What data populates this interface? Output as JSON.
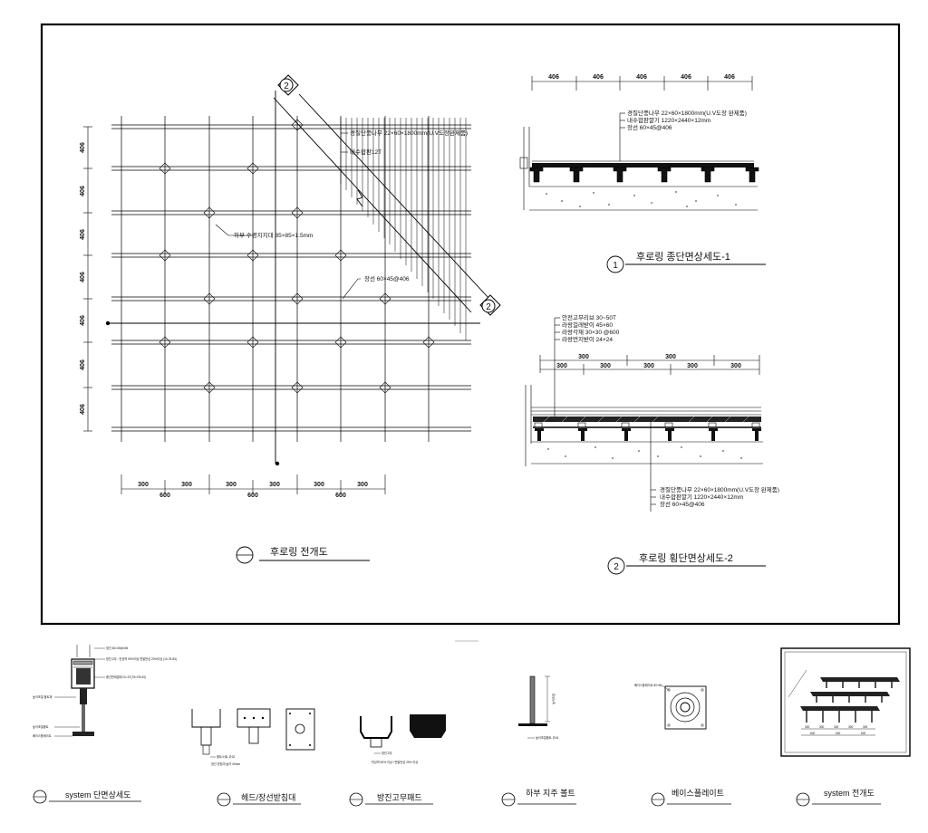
{
  "plan": {
    "title": "후로링 전개도",
    "callout_top": "2",
    "callout_right": "2",
    "notes": [
      "경질단풍나무 22×60×1800mm(U.V도장완제품)",
      "내수합판12T",
      "하부 수평지지대 85×85×1.5mm",
      "장선 60×45@406"
    ],
    "dims_v": [
      "406",
      "406",
      "406",
      "406",
      "406",
      "406",
      "406"
    ],
    "dims_h_top": [
      "300",
      "300",
      "300",
      "300",
      "300",
      "300"
    ],
    "dims_h_bottom": [
      "600",
      "600",
      "600"
    ]
  },
  "section1": {
    "number": "1",
    "title": "후로링 종단면상세도-1",
    "dims": [
      "406",
      "406",
      "406",
      "406",
      "406"
    ],
    "notes": [
      "경질단풍나무 22×60×1800mm(U.V도장 완제품)",
      "내수합판깔기 1220×2440×12mm",
      "장선 60×45@406"
    ]
  },
  "section2": {
    "number": "2",
    "title": "후로링 횡단면상세도-2",
    "notes_top": [
      "안전고무리브 30~50T",
      "라왕걸레받이 45×60",
      "라왕각재 30×30 @600",
      "라왕먼지받이 24×24"
    ],
    "dims_upper": [
      "300",
      "300"
    ],
    "dims_lower": [
      "300",
      "300",
      "300",
      "300",
      "300"
    ],
    "notes_bottom": [
      "경질단풍나무 22×60×1800mm(U.V도장 완제품)",
      "내수합판깔기 1220×2440×12mm",
      "장선 60×45@406"
    ]
  },
  "details": [
    {
      "title": "system 단면상세도",
      "notes": [
        "장선 60×45@406",
        "방진고무 - 탄성력 90%이상 반발탄성 20%이상 (10-78-83)",
        "중간판재열재 G1.5T(75×78×33)",
        "높이조절 볼트체",
        "높이조절볼트",
        "베이스플레이트"
      ]
    },
    {
      "title": "헤드/장선받침대",
      "notes": [
        "볼트/너트 ∅32",
        "장선 받침대 높이 40mm"
      ]
    },
    {
      "title": "방진고무패드",
      "notes": [
        "방진고무",
        "탄성력 90% 이상 / 반발탄성 20% 이상"
      ]
    },
    {
      "title": "하부 지주 볼트",
      "notes": [
        "높이조절볼트 ∅16",
        "높이조절"
      ]
    },
    {
      "title": "베이스플레이트",
      "notes": [
        "베이스플레이트 80×80"
      ]
    },
    {
      "title": "system 전개도",
      "notes": [
        "300",
        "300",
        "300",
        "300",
        "300",
        "600",
        "600",
        "600"
      ]
    }
  ]
}
